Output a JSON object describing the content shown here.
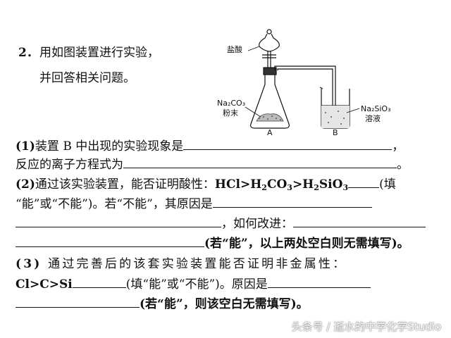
{
  "question": {
    "number": "2．",
    "intro_line1": "用如图装置进行实验，",
    "intro_line2": "并回答相关问题。"
  },
  "diagram": {
    "label_hcl": "盐酸",
    "label_na2co3": "Na₂CO₃",
    "label_powder": "粉末",
    "label_a": "A",
    "label_b": "B",
    "label_na2sio3": "Na₂SiO₃",
    "label_solution": "溶液"
  },
  "part1": {
    "tag": "(1)",
    "line1_text": "装置 B 中出现的实验现象是",
    "line1_end": "，",
    "line2_text": "反应的离子方程式为",
    "line2_end": "。"
  },
  "part2": {
    "tag": "(2)",
    "line1_text": "通过该实验装置，能否证明酸性：",
    "formula_hcl": "HCl>H",
    "formula_h2co3_sub": "2",
    "formula_co3": "CO",
    "formula_co3_sub": "3",
    "formula_gt": ">H",
    "formula_h2sio3_sub": "2",
    "formula_sio3": "SiO",
    "formula_sio3_sub": "3",
    "line1_end": "(填",
    "line2_text": "“能”或“不能”)。若“不能”，其原因是",
    "line3_text": "，如何改进：",
    "line4_text": "(若“能”，以上两处空白则无需填写)。"
  },
  "part3": {
    "tag": "(3)",
    "line1_text": "通过完善后的该套实验装置能否证明非金属性：",
    "line2_formula": "Cl>C>Si",
    "line2_text": "(填“能”或“不能”)。原因是",
    "line3_text": "(若“能”，则该空白无需填写)。"
  },
  "watermark": "头条号 / 逝水的中学化学Studio"
}
